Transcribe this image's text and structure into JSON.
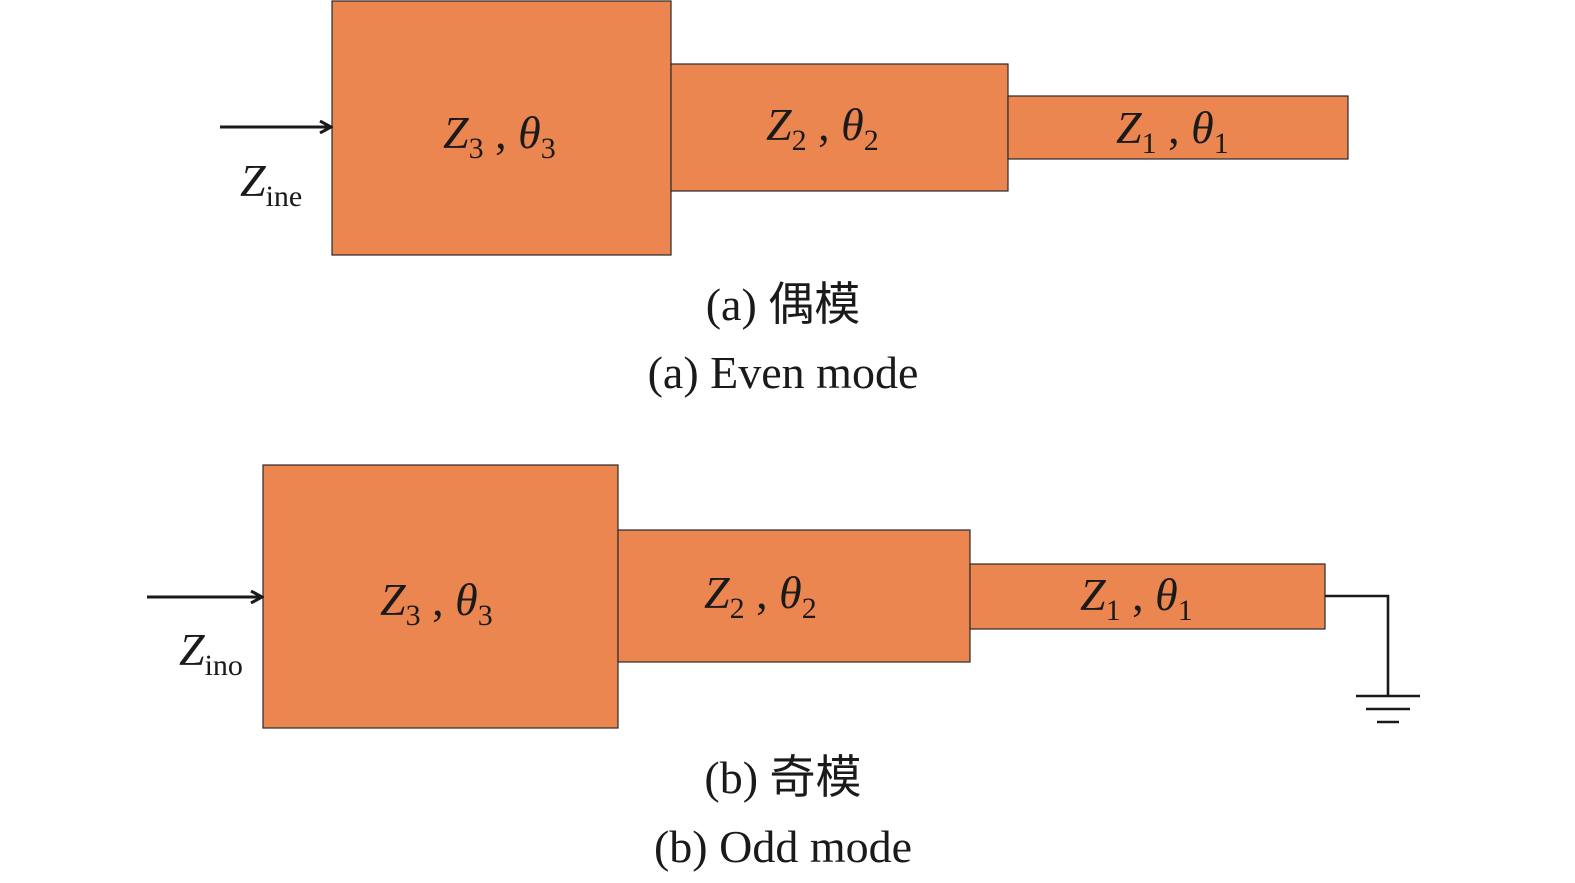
{
  "even_mode": {
    "input_label": {
      "symbol": "Z",
      "sub": "ine"
    },
    "segments": [
      {
        "z": "Z",
        "z_sub": "3",
        "sep": " , ",
        "t": "θ",
        "t_sub": "3"
      },
      {
        "z": "Z",
        "z_sub": "2",
        "sep": " , ",
        "t": "θ",
        "t_sub": "2"
      },
      {
        "z": "Z",
        "z_sub": "1",
        "sep": " , ",
        "t": "θ",
        "t_sub": "1"
      }
    ],
    "caption_cn": "(a) 偶模",
    "caption_en": "(a) Even mode"
  },
  "odd_mode": {
    "input_label": {
      "symbol": "Z",
      "sub": "ino"
    },
    "segments": [
      {
        "z": "Z",
        "z_sub": "3",
        "sep": " , ",
        "t": "θ",
        "t_sub": "3"
      },
      {
        "z": "Z",
        "z_sub": "2",
        "sep": " , ",
        "t": "θ",
        "t_sub": "2"
      },
      {
        "z": "Z",
        "z_sub": "1",
        "sep": " , ",
        "t": "θ",
        "t_sub": "1"
      }
    ],
    "caption_cn": "(b) 奇模",
    "caption_en": "(b) Odd mode"
  },
  "colors": {
    "segment_fill": "#EC8651",
    "stroke": "#1a1a1a"
  },
  "icons": [
    "input-arrow-icon",
    "ground-icon"
  ]
}
